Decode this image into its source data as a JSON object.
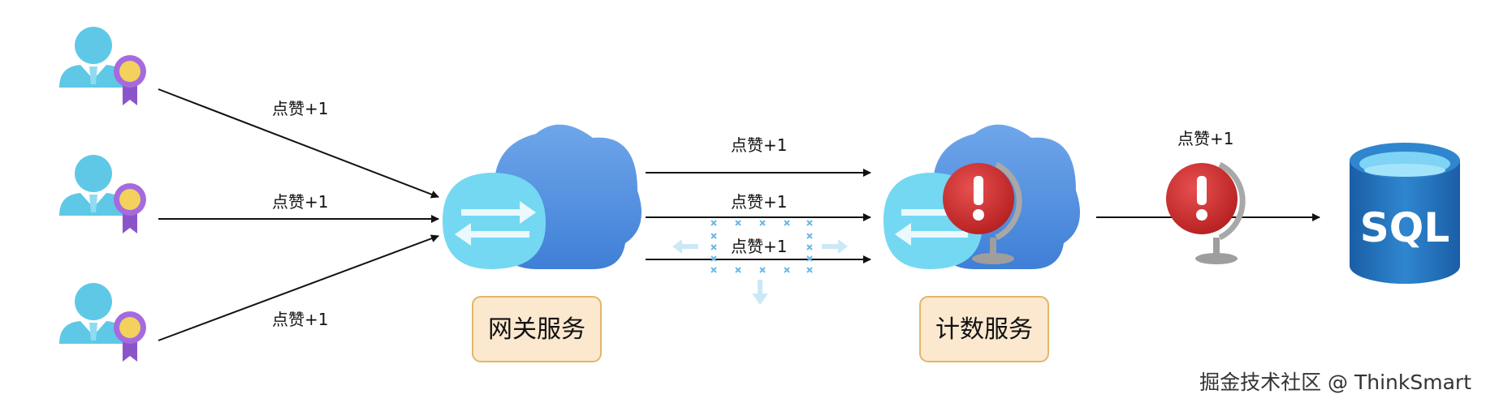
{
  "edge_label": "点赞+1",
  "gateway": {
    "label": "网关服务"
  },
  "counter": {
    "label": "计数服务"
  },
  "database": {
    "label": "SQL"
  },
  "watermark": "掘金技术社区 @ ThinkSmart",
  "colors": {
    "user": "#5fc8e6",
    "badge_ring": "#a56bdd",
    "badge_center": "#f2d25c",
    "cloud_dark": "#4f8fe0",
    "cloud_light": "#74d8f3",
    "box_fill": "#fbe8cf",
    "box_stroke": "#e2b66a",
    "alert": "#cc2b2b",
    "db_blue": "#1f6fb8",
    "drop_arrow": "#cce8f7"
  }
}
